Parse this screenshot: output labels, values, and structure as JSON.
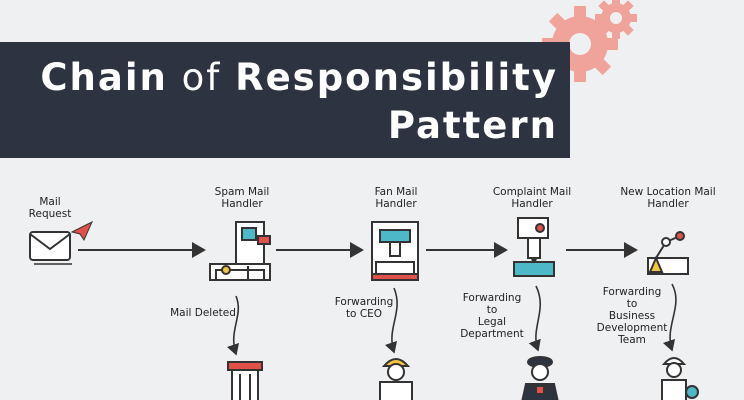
{
  "header": {
    "title_part1": "Chain",
    "title_part2": "of",
    "title_part3": "Responsibility",
    "title_line2": "Pattern"
  },
  "flow": {
    "start_label": "Mail\nRequest",
    "handlers": [
      {
        "label": "Spam Mail\nHandler",
        "action": "Mail Deleted"
      },
      {
        "label": "Fan Mail\nHandler",
        "action": "Forwarding\nto CEO"
      },
      {
        "label": "Complaint Mail\nHandler",
        "action": "Forwarding\nto\nLegal\nDepartment"
      },
      {
        "label": "New Location Mail\nHandler",
        "action": "Forwarding\nto\nBusiness\nDevelopment\nTeam"
      }
    ]
  },
  "colors": {
    "banner": "#2d3340",
    "gear": "#f0a39a",
    "accent_red": "#e0514a",
    "accent_teal": "#4cb8c8",
    "accent_yellow": "#f5c542",
    "line": "#333333"
  }
}
